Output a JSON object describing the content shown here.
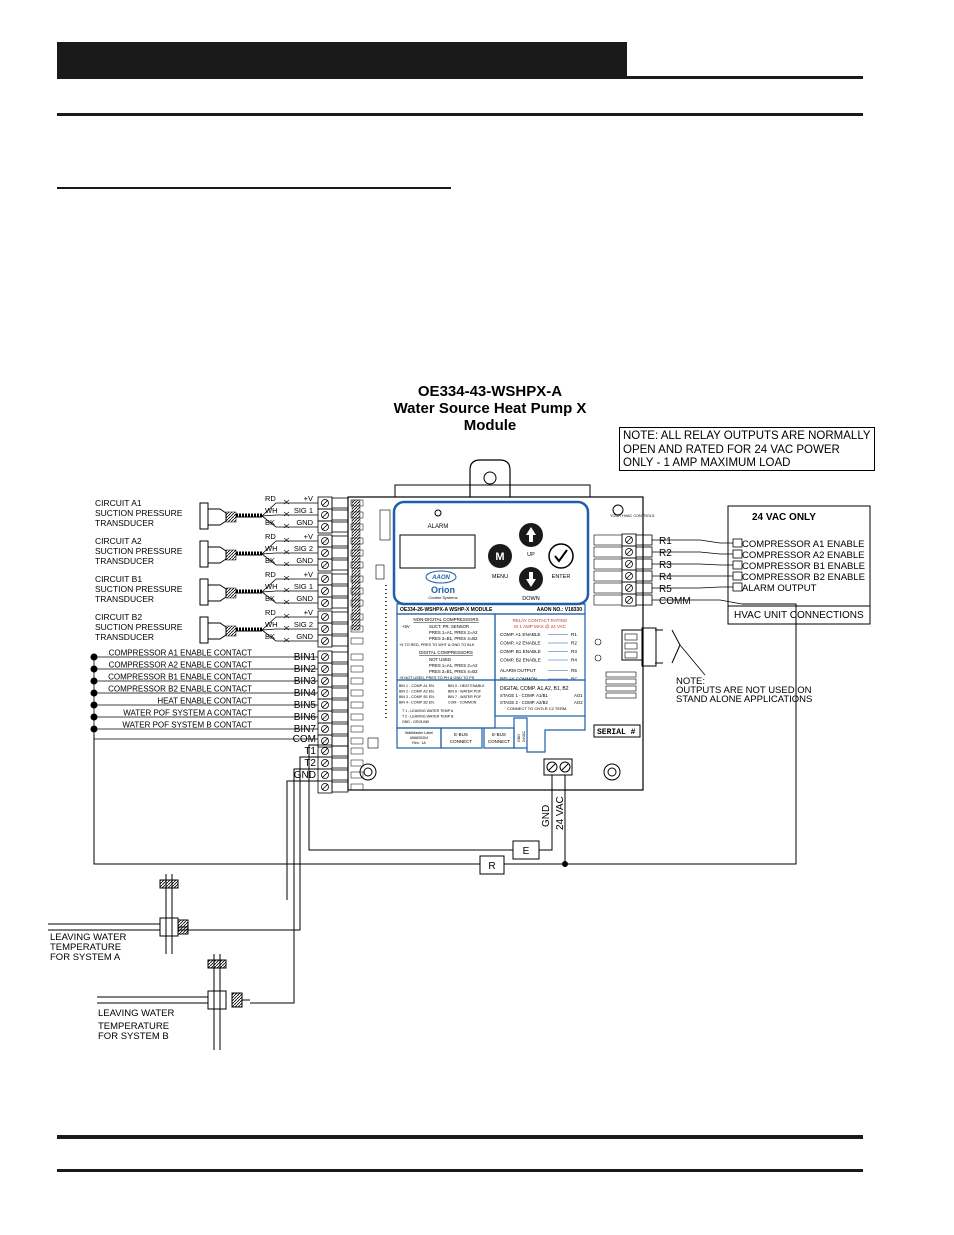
{
  "module": {
    "title_line1": "OE334-43-WSHPX-A",
    "title_line2": "Water Source Heat Pump X",
    "title_line3": "Module",
    "panel_label": "OE334-26-WSHPX-A WSHP-X MODULE",
    "aaon_no": "AAON NO.: V18330",
    "buttons": {
      "alarm": "ALARM",
      "up": "UP",
      "down": "DOWN",
      "menu": "MENU",
      "enter": "ENTER",
      "m": "M"
    },
    "brand": {
      "aaon": "AAON",
      "orion": "Orion",
      "orion_sub": "Control Systems"
    },
    "serial": "SERIAL #",
    "ebus1": "E-BUS\nCONNECT",
    "ebus_label": "E-BUS",
    "ebus_connect": "CONNECT",
    "watermaster": [
      "WattMaster Label",
      "#56830304",
      "Rev.: 1A"
    ],
    "board_header": "YOUR HVAC CONTROLS"
  },
  "note_relay": "NOTE:  ALL RELAY OUTPUTS ARE NORMALLY OPEN AND RATED FOR 24 VAC POWER ONLY - 1 AMP MAXIMUM LOAD",
  "note_outputs": [
    "NOTE:",
    "OUTPUTS ARE NOT USED ON",
    "STAND ALONE APPLICATIONS"
  ],
  "transducers": [
    {
      "label": [
        "CIRCUIT A1",
        "SUCTION PRESSURE",
        "TRANSDUCER"
      ],
      "terms": [
        "+V",
        "SIG 1",
        "GND"
      ]
    },
    {
      "label": [
        "CIRCUIT A2",
        "SUCTION PRESSURE",
        "TRANSDUCER"
      ],
      "terms": [
        "+V",
        "SIG 2",
        "GND"
      ]
    },
    {
      "label": [
        "CIRCUIT B1",
        "SUCTION PRESSURE",
        "TRANSDUCER"
      ],
      "terms": [
        "+V",
        "SIG 1",
        "GND"
      ]
    },
    {
      "label": [
        "CIRCUIT B2",
        "SUCTION PRESSURE",
        "TRANSDUCER"
      ],
      "terms": [
        "+V",
        "SIG 2",
        "GND"
      ]
    }
  ],
  "wire_colors": [
    "RD",
    "WH",
    "BK"
  ],
  "binary_inputs": [
    {
      "contact": "COMPRESSOR A1 ENABLE CONTACT",
      "terminal": "BIN1"
    },
    {
      "contact": "COMPRESSOR A2 ENABLE CONTACT",
      "terminal": "BIN2"
    },
    {
      "contact": "COMPRESSOR B1 ENABLE CONTACT",
      "terminal": "BIN3"
    },
    {
      "contact": "COMPRESSOR B2 ENABLE CONTACT",
      "terminal": "BIN4"
    },
    {
      "contact": "HEAT ENABLE CONTACT",
      "terminal": "BIN5"
    },
    {
      "contact": "WATER POF SYSTEM A CONTACT",
      "terminal": "BIN6"
    },
    {
      "contact": "WATER POF SYSTEM B CONTACT",
      "terminal": "BIN7"
    }
  ],
  "lower_terminals": [
    "COM",
    "T1",
    "T2",
    "GND"
  ],
  "relays": {
    "header": "24 VAC ONLY",
    "terminals": [
      "R1",
      "R2",
      "R3",
      "R4",
      "R5",
      "COMM"
    ],
    "outputs": [
      "COMPRESSOR A1 ENABLE",
      "COMPRESSOR A2 ENABLE",
      "COMPRESSOR B1 ENABLE",
      "COMPRESSOR B2 ENABLE",
      "ALARM OUTPUT"
    ],
    "footer": "HVAC UNIT CONNECTIONS"
  },
  "power": {
    "gnd": "GND",
    "vac": "24 VAC",
    "box_e": "E",
    "box_r": "R"
  },
  "sensors": [
    {
      "label": [
        "LEAVING WATER",
        "TEMPERATURE",
        "FOR SYSTEM A"
      ]
    },
    {
      "label": [
        "LEAVING WATER",
        "TEMPERATURE",
        "FOR SYSTEM B"
      ]
    }
  ],
  "panel_text": {
    "nondigital_title": "NON-DIGITAL COMPRESSORS",
    "nondigital": [
      "+5V",
      "SUCT. PR. SENSOR",
      "PRES 1=A1, PRES 2=A2",
      "PRES 3=B1, PRES 4=B2",
      "+5 TO RED, PRES TO WHT & GND TO BLK"
    ],
    "digital_title": "DIGITAL COMPRESSORS",
    "digital": [
      "NOT USED",
      "PRES 1=A1, PRES 2=A2",
      "PRES 3=B1, PRES 4=B2",
      "+5 NOT USED, PRES TO PH & GND TO PS"
    ],
    "bin_list_left": [
      "BIN 1 - COMP. A1 EN.",
      "BIN 2 - COMP. A2 EN.",
      "BIN 3 - COMP. B1 EN.",
      "BIN 4 - COMP. B2 EN."
    ],
    "bin_list_right": [
      "BIN 5 - HEAT ENABLE",
      "BIN 6 - WATER POF",
      "BIN 7 - WATER POF",
      "COM - COMMON"
    ],
    "temp_list": [
      "T 1 - LEAVING WATER TEMP A",
      "T 2 - LEAVING WATER TEMP B",
      "GND - GROUND"
    ],
    "relay_rating": [
      "RELAY CONTACT RATING",
      "IS 1 AMP MAX @ 24 VAC"
    ],
    "relay_rows": [
      "COMP. A1 ENABLE",
      "COMP. A2 ENABLE",
      "COMP. B1 ENABLE",
      "COMP. B2 ENABLE",
      "ALARM OUTPUT",
      "RELAY COMMON"
    ],
    "relay_ids": [
      "R1",
      "R2",
      "R3",
      "R4",
      "R5",
      "RC"
    ],
    "digital_comp": [
      "DIGITAL COMP.  A1,A2, B1, B2",
      "STAGE 1 - COMP. A1/B1",
      "STAGE 2 - COMP. A2/B2",
      "CONNECT TO CNTLR C2 TERM."
    ],
    "digital_out": [
      "AO1",
      "AO2"
    ],
    "power_lbl": [
      "GND",
      "24VAC"
    ]
  }
}
